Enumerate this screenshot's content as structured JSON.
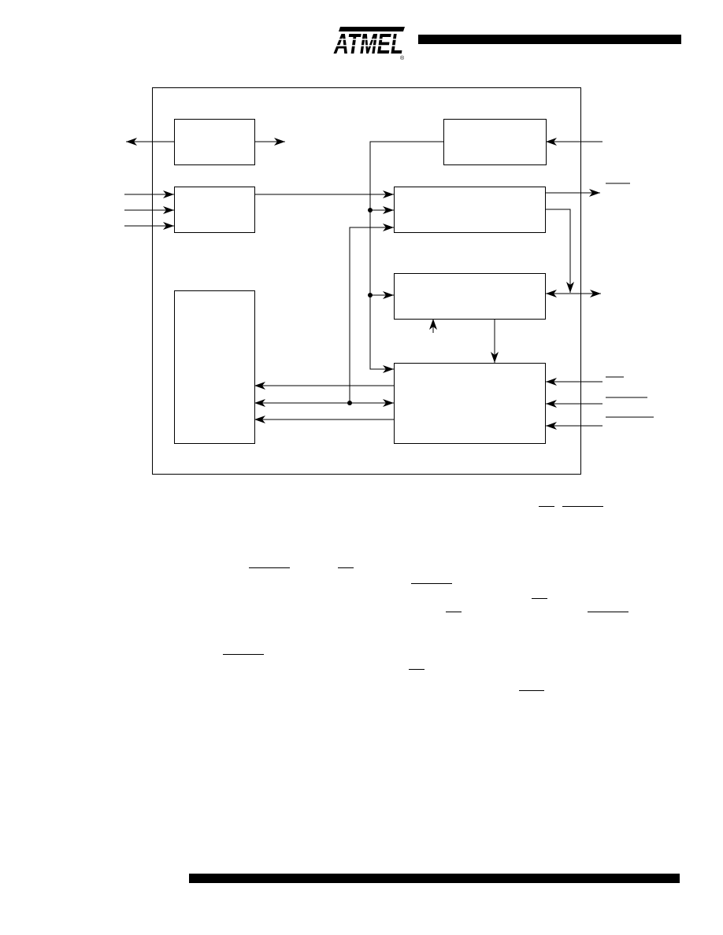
{
  "header": {
    "logo_text": "ATMEL",
    "registered_mark": "®",
    "colors": {
      "ink": "#000000",
      "paper": "#ffffff"
    }
  },
  "figure": {
    "blocks": [
      {
        "id": "block-top-left"
      },
      {
        "id": "block-input-left"
      },
      {
        "id": "block-tall-left"
      },
      {
        "id": "block-top-right"
      },
      {
        "id": "block-mid-right-1"
      },
      {
        "id": "block-mid-right-2"
      },
      {
        "id": "block-bottom-right"
      }
    ],
    "text_labels": []
  }
}
